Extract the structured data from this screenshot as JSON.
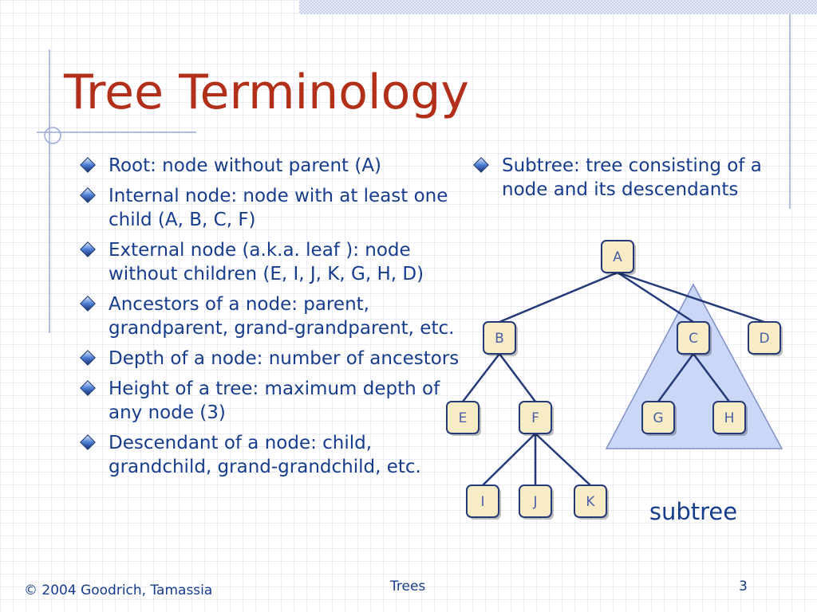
{
  "slide": {
    "title": "Tree Terminology",
    "left_bullets": [
      "Root: node without parent (A)",
      "Internal node: node with at least one child (A, B, C, F)",
      "External node (a.k.a. leaf ): node without children (E, I, J, K, G, H, D)",
      "Ancestors of a node: parent, grandparent, grand-grandparent, etc.",
      "Depth of a node: number of ancestors",
      "Height of a tree: maximum depth of any node (3)",
      "Descendant of a node: child, grandchild, grand-grandchild, etc."
    ],
    "right_bullets": [
      "Subtree: tree consisting of a node and its descendants"
    ]
  },
  "tree": {
    "nodes": [
      "A",
      "B",
      "C",
      "D",
      "E",
      "F",
      "G",
      "H",
      "I",
      "J",
      "K"
    ],
    "edges": [
      [
        "A",
        "B"
      ],
      [
        "A",
        "C"
      ],
      [
        "A",
        "D"
      ],
      [
        "B",
        "E"
      ],
      [
        "B",
        "F"
      ],
      [
        "C",
        "G"
      ],
      [
        "C",
        "H"
      ],
      [
        "F",
        "I"
      ],
      [
        "F",
        "J"
      ],
      [
        "F",
        "K"
      ]
    ],
    "subtree_label": "subtree",
    "colors": {
      "node_fill": "#f7ecc6",
      "node_border": "#243a78",
      "node_text": "#4a5fa8",
      "subtree_fill": "#cbd7f6"
    }
  },
  "footer": {
    "copyright": "© 2004 Goodrich, Tamassia",
    "topic": "Trees",
    "page_number": "3"
  }
}
